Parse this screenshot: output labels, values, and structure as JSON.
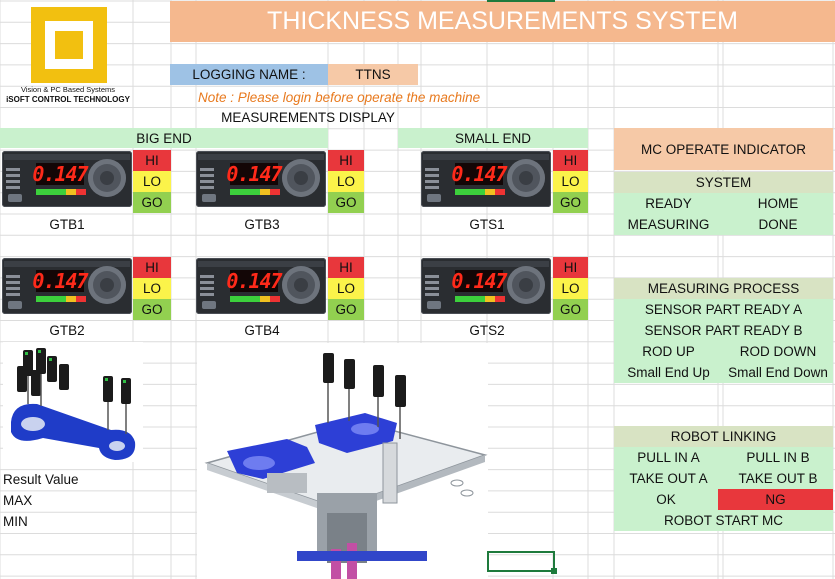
{
  "brand": {
    "tagline": "Vision & PC Based Systems",
    "company": "iSOFT CONTROL TECHNOLOGY"
  },
  "header": {
    "title": "THICKNESS MEASUREMENTS SYSTEM"
  },
  "login": {
    "label": "LOGGING NAME :",
    "value": "TTNS",
    "note": "Note : Please login before operate the machine"
  },
  "display_title": "MEASUREMENTS DISPLAY",
  "groups": {
    "big": "BIG END",
    "small": "SMALL END"
  },
  "meters": [
    {
      "name": "GTB1",
      "reading": "0.147"
    },
    {
      "name": "GTB3",
      "reading": "0.147"
    },
    {
      "name": "GTS1",
      "reading": "0.147"
    },
    {
      "name": "GTB2",
      "reading": "0.147"
    },
    {
      "name": "GTB4",
      "reading": "0.147"
    },
    {
      "name": "GTS2",
      "reading": "0.147"
    }
  ],
  "levels": {
    "hi": "HI",
    "lo": "LO",
    "go": "GO"
  },
  "panel": {
    "indicator": "MC OPERATE INDICATOR",
    "system": {
      "title": "SYSTEM",
      "ready": "READY",
      "home": "HOME",
      "measuring": "MEASURING",
      "done": "DONE"
    },
    "process": {
      "title": "MEASURING PROCESS",
      "sensor_a": "SENSOR PART READY A",
      "sensor_b": "SENSOR PART READY B",
      "rod_up": "ROD UP",
      "rod_down": "ROD DOWN",
      "small_up": "Small End Up",
      "small_down": "Small End Down"
    },
    "robot": {
      "title": "ROBOT LINKING",
      "pull_a": "PULL IN A",
      "pull_b": "PULL IN B",
      "take_a": "TAKE OUT A",
      "take_b": "TAKE OUT B",
      "ok": "OK",
      "ng": "NG",
      "start": "ROBOT START MC"
    }
  },
  "results": {
    "label": "Result Value",
    "max": "MAX",
    "min": "MIN"
  },
  "colors": {
    "header_bg": "#f5b88e",
    "green_cell": "#c9f1cd",
    "hi": "#e8373c",
    "lo": "#fbf34a",
    "go": "#92d050",
    "ng": "#e8373c"
  }
}
